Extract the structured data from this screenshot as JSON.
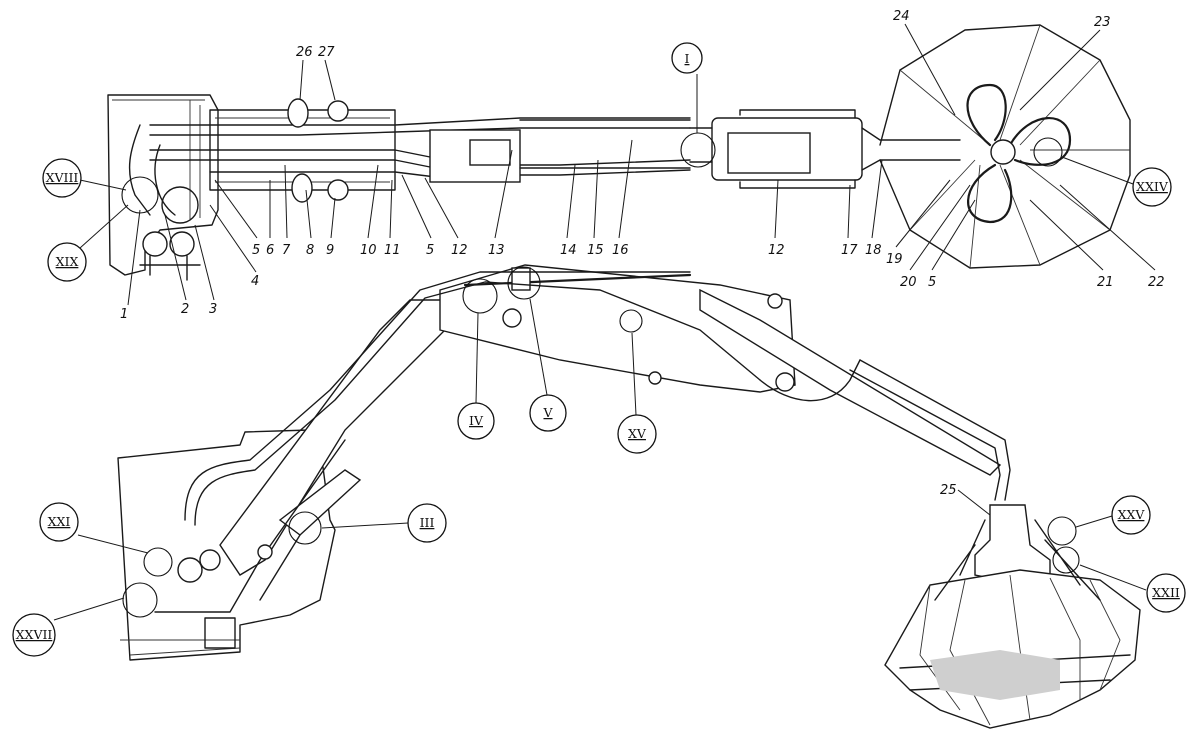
{
  "part_numbers": [
    "1",
    "2",
    "3",
    "4",
    "5",
    "6",
    "7",
    "8",
    "9",
    "10",
    "11",
    "12",
    "13",
    "14",
    "15",
    "16",
    "17",
    "18",
    "19",
    "20",
    "5",
    "21",
    "22",
    "23",
    "24",
    "25",
    "26",
    "27",
    "5",
    "12"
  ],
  "callouts": [
    "I",
    "III",
    "IV",
    "V",
    "XV",
    "XVIII",
    "XIX",
    "XXI",
    "XXII",
    "XXIV",
    "XXV",
    "XXVII"
  ]
}
